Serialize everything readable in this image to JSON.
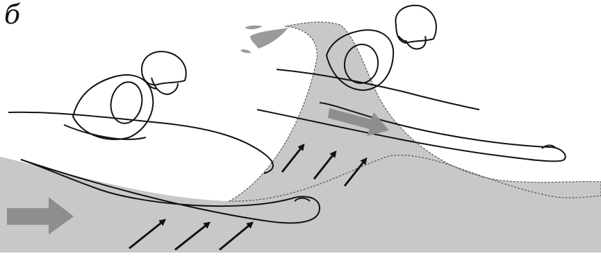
{
  "figure": {
    "panel_label": "б"
  },
  "colors": {
    "water": "#c8c8c8",
    "flow_arrow": "#8e8e8e",
    "ink": "#111111",
    "background": "#ffffff"
  },
  "scene": {
    "paddlers": 2,
    "push_arrow_groups": 2,
    "push_arrows_per_group": 3
  }
}
